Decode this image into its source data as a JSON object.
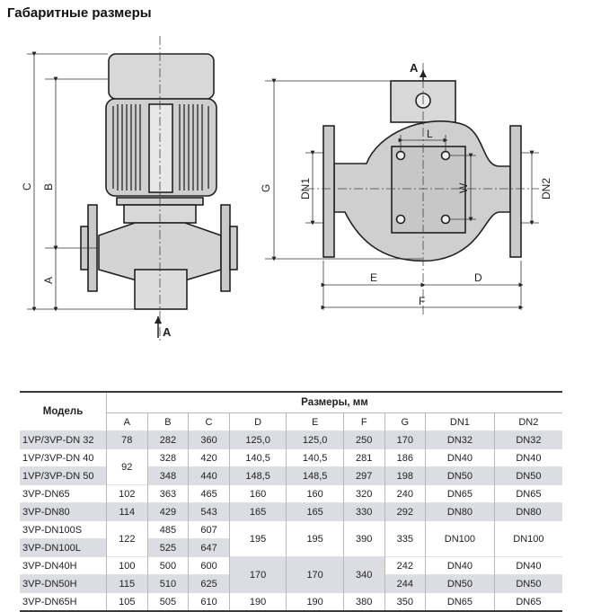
{
  "title": "Габаритные размеры",
  "drawing_labels": {
    "side": {
      "c": "C",
      "b": "B",
      "a": "A",
      "arrow": "A"
    },
    "top": {
      "a": "A",
      "g": "G",
      "dn1": "DN1",
      "dn2": "DN2",
      "l": "L",
      "w": "W",
      "e": "E",
      "d": "D",
      "f": "F"
    }
  },
  "table": {
    "model_header": "Модель",
    "group_header": "Размеры, мм",
    "columns": [
      "A",
      "B",
      "C",
      "D",
      "E",
      "F",
      "G",
      "DN1",
      "DN2"
    ],
    "rows": [
      {
        "model": "1VP/3VP-DN 32",
        "A": "78",
        "B": "282",
        "C": "360",
        "D": "125,0",
        "E": "125,0",
        "F": "250",
        "G": "170",
        "DN1": "DN32",
        "DN2": "DN32"
      },
      {
        "model": "1VP/3VP-DN 40",
        "A": "92",
        "B": "328",
        "C": "420",
        "D": "140,5",
        "E": "140,5",
        "F": "281",
        "G": "186",
        "DN1": "DN40",
        "DN2": "DN40"
      },
      {
        "model": "1VP/3VP-DN 50",
        "A": "",
        "B": "348",
        "C": "440",
        "D": "148,5",
        "E": "148,5",
        "F": "297",
        "G": "198",
        "DN1": "DN50",
        "DN2": "DN50"
      },
      {
        "model": "3VP-DN65",
        "A": "102",
        "B": "363",
        "C": "465",
        "D": "160",
        "E": "160",
        "F": "320",
        "G": "240",
        "DN1": "DN65",
        "DN2": "DN65"
      },
      {
        "model": "3VP-DN80",
        "A": "114",
        "B": "429",
        "C": "543",
        "D": "165",
        "E": "165",
        "F": "330",
        "G": "292",
        "DN1": "DN80",
        "DN2": "DN80"
      },
      {
        "model": "3VP-DN100S",
        "A": "122",
        "B": "485",
        "C": "607",
        "D": "195",
        "E": "195",
        "F": "390",
        "G": "335",
        "DN1": "DN100",
        "DN2": "DN100"
      },
      {
        "model": "3VP-DN100L",
        "A": "",
        "B": "525",
        "C": "647",
        "D": "",
        "E": "",
        "F": "",
        "G": "",
        "DN1": "",
        "DN2": ""
      },
      {
        "model": "3VP-DN40H",
        "A": "100",
        "B": "500",
        "C": "600",
        "D": "170",
        "E": "170",
        "F": "340",
        "G": "242",
        "DN1": "DN40",
        "DN2": "DN40"
      },
      {
        "model": "3VP-DN50H",
        "A": "115",
        "B": "510",
        "C": "625",
        "D": "",
        "E": "",
        "F": "",
        "G": "244",
        "DN1": "DN50",
        "DN2": "DN50"
      },
      {
        "model": "3VP-DN65H",
        "A": "105",
        "B": "505",
        "C": "610",
        "D": "190",
        "E": "190",
        "F": "380",
        "G": "350",
        "DN1": "DN65",
        "DN2": "DN65"
      }
    ]
  }
}
